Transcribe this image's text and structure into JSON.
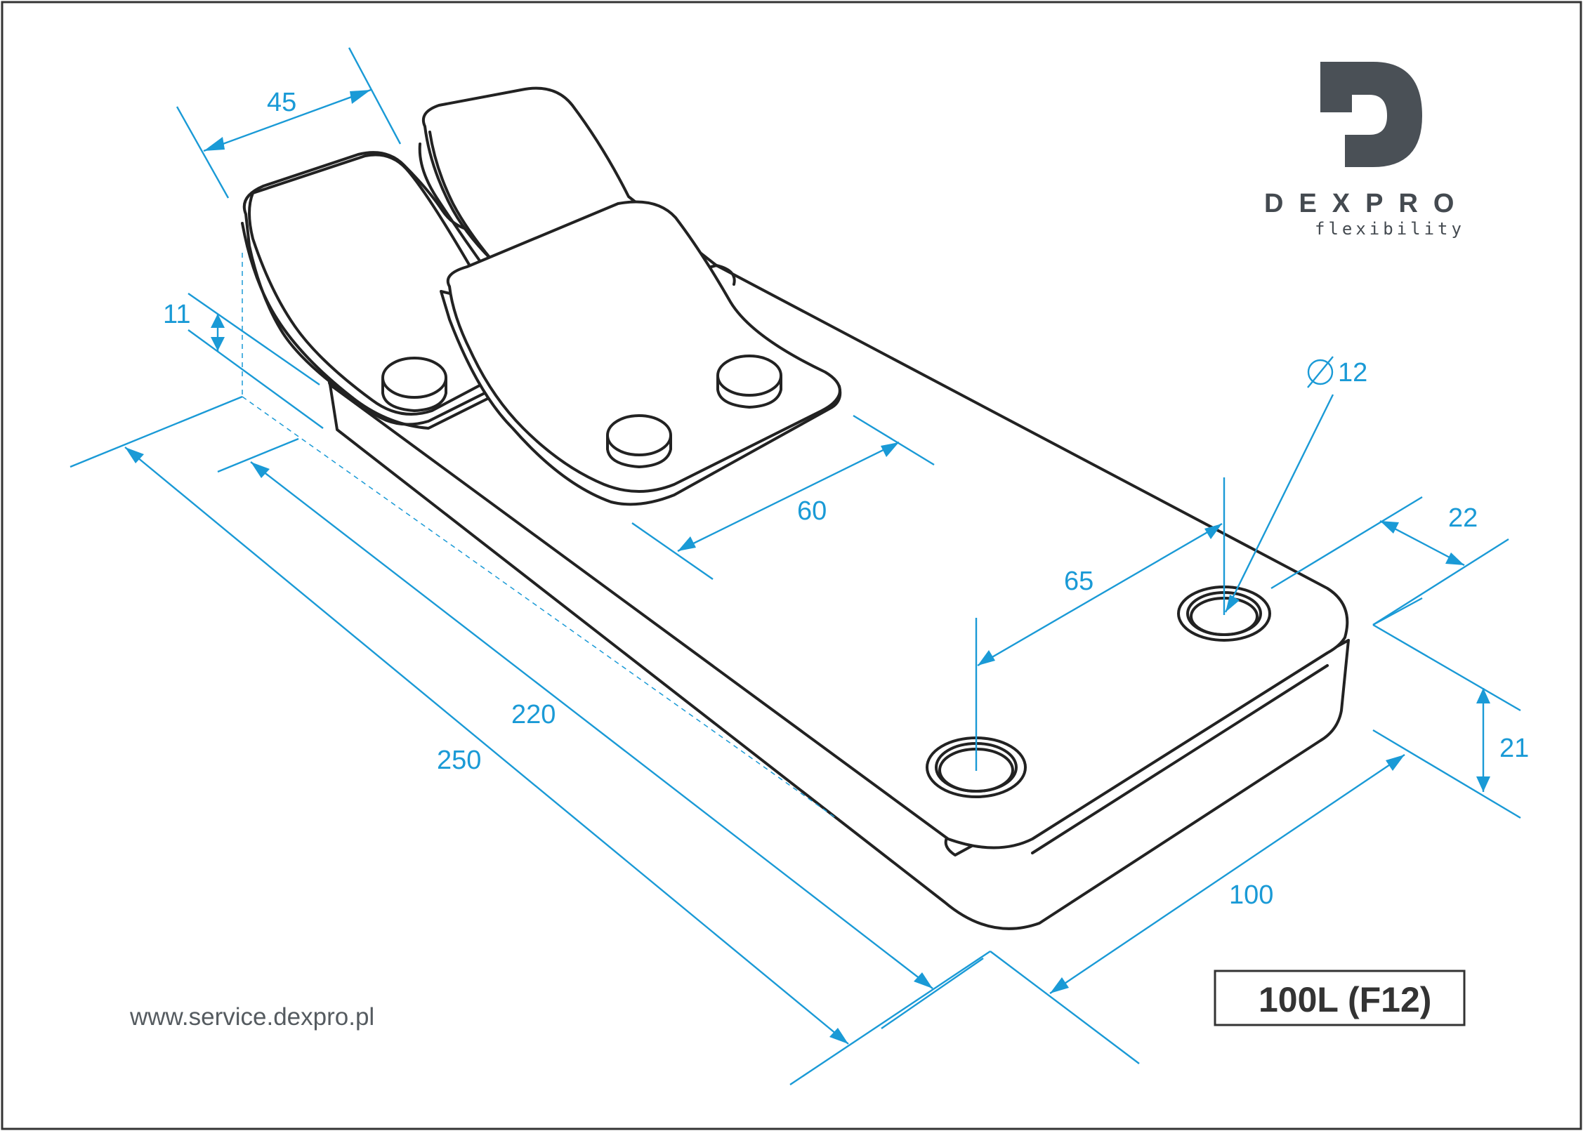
{
  "brand": {
    "name": "DEXPRO",
    "tagline": "flexibility",
    "logo_letter": "D",
    "logo_color": "#4a5056"
  },
  "website": "www.service.dexpro.pl",
  "model": "100L (F12)",
  "dimensions": {
    "total_length": "250",
    "inner_length": "220",
    "width": "100",
    "height": "21",
    "clip_width": "45",
    "clip_thickness": "11",
    "clip_length": "60",
    "hole_spacing": "65",
    "hole_edge": "22",
    "hole_diameter": "12"
  },
  "colors": {
    "dimension": "#1a9ad6",
    "outline": "#222222",
    "border": "#333333"
  }
}
